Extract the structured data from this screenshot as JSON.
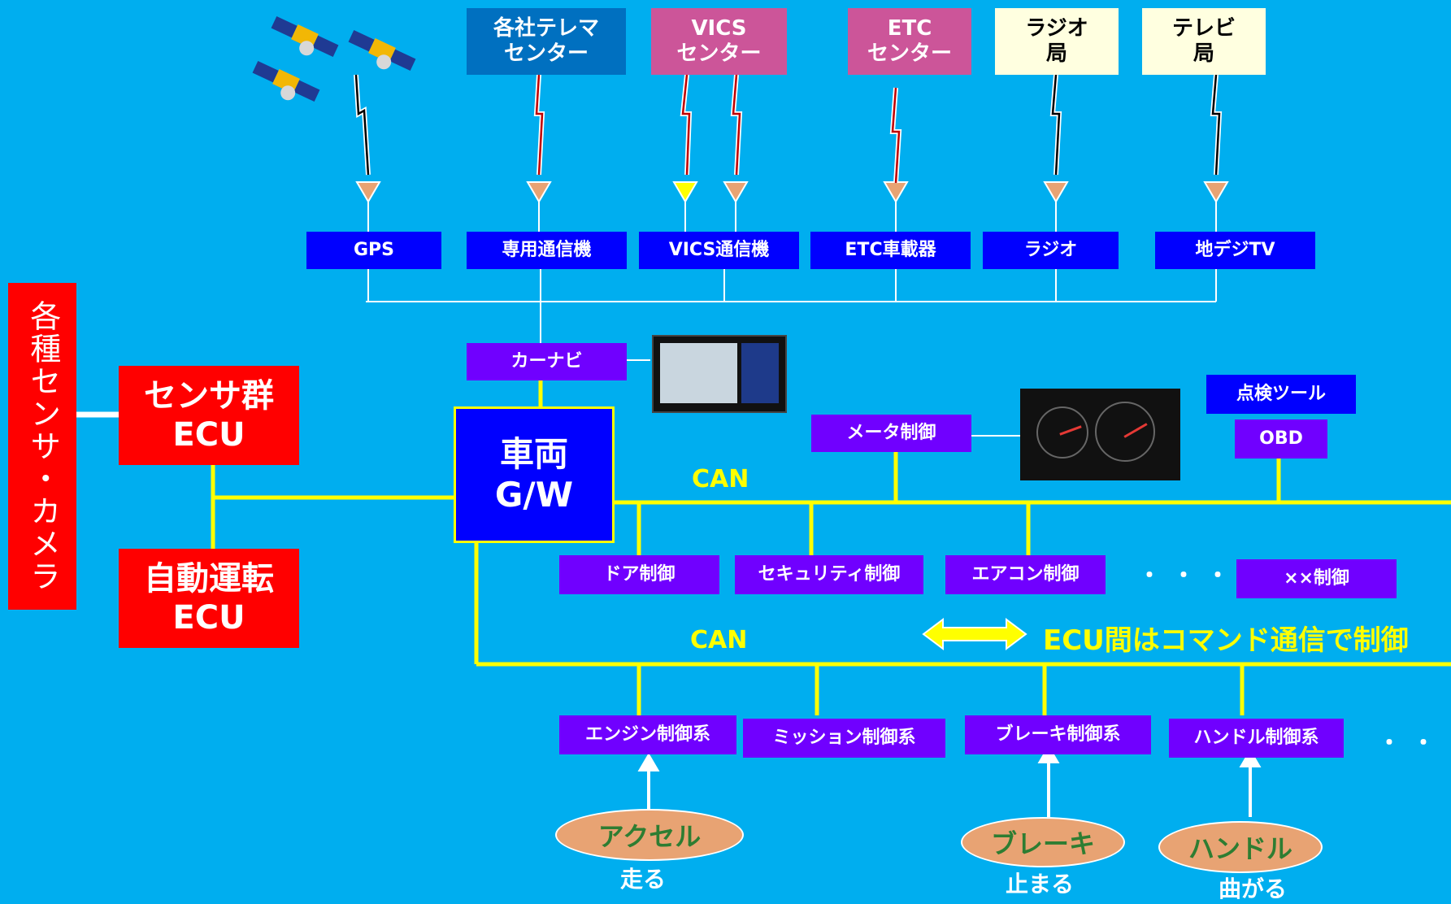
{
  "colors": {
    "background": "#00AEEF",
    "bus": "#FFFF00",
    "ecu": "#FF0000",
    "device": "#0000FF",
    "control": "#7000FF"
  },
  "centers": [
    {
      "label": "各社テレマ\nセンター"
    },
    {
      "label": "VICS\nセンター"
    },
    {
      "label": "ETC\nセンター"
    },
    {
      "label": "ラジオ\n局"
    },
    {
      "label": "テレビ\n局"
    }
  ],
  "devices": [
    "GPS",
    "専用通信機",
    "VICS通信機",
    "ETC車載器",
    "ラジオ",
    "地デジTV"
  ],
  "sensors_label": "各種センサ・カメラ",
  "ecu_sensor": {
    "line1": "センサ群",
    "line2": "ECU"
  },
  "ecu_auto": {
    "line1": "自動運転",
    "line2": "ECU"
  },
  "gateway": {
    "line1": "車両",
    "line2": "G/W"
  },
  "navi": "カーナビ",
  "meter": "メータ制御",
  "tool": "点検ツール",
  "obd": "OBD",
  "can_labels": [
    "CAN",
    "CAN"
  ],
  "body_controls": [
    "ドア制御",
    "セキュリティ制御",
    "エアコン制御",
    "××制御"
  ],
  "drive_controls": [
    "エンジン制御系",
    "ミッション制御系",
    "ブレーキ制御系",
    "ハンドル制御系"
  ],
  "ellipsis": "・・・",
  "command_note": "ECU間はコマンド通信で制御",
  "inputs": [
    {
      "name": "アクセル",
      "action": "走る"
    },
    {
      "name": "ブレーキ",
      "action": "止まる"
    },
    {
      "name": "ハンドル",
      "action": "曲がる"
    }
  ],
  "icons": [
    "satellite-icon",
    "antenna-icon",
    "lightning-icon",
    "navigation-screen",
    "instrument-cluster"
  ]
}
